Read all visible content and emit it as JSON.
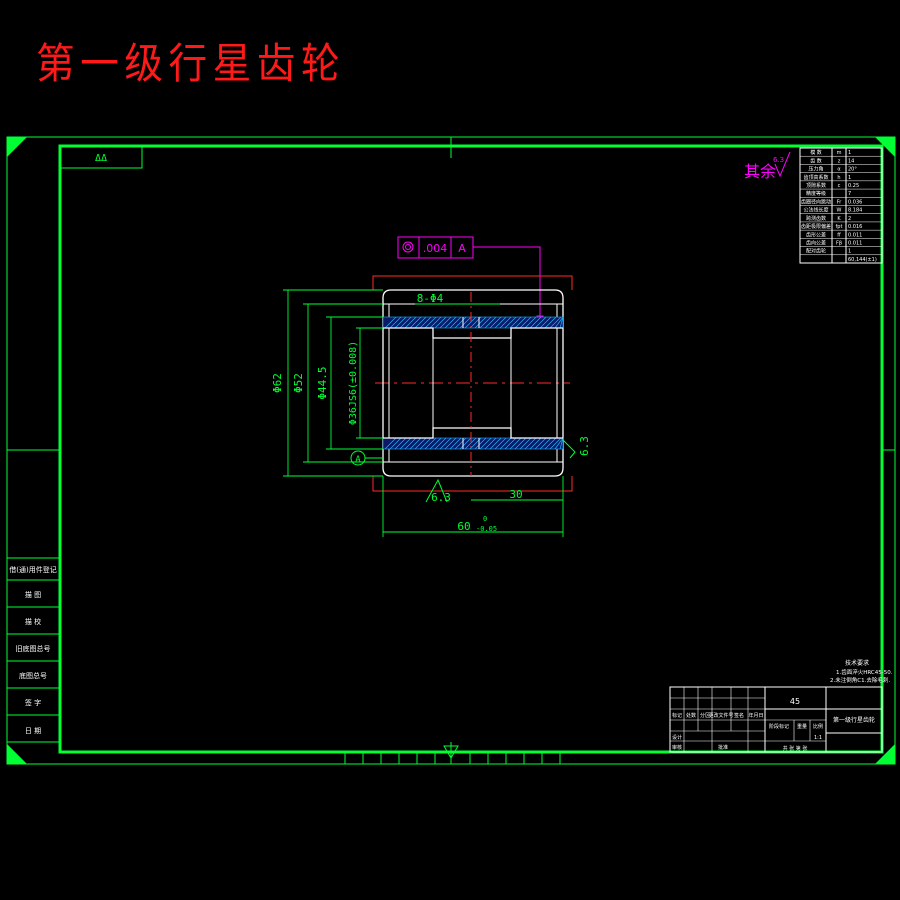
{
  "title": "第一级行星齿轮",
  "frame": {
    "corner_box_label": "ΔΔ"
  },
  "tolerance": {
    "symbol": "◎",
    "value": ".004",
    "datum": "A"
  },
  "roughness": {
    "label": "其余",
    "value": "6.3"
  },
  "dimensions": {
    "phi62": "Φ62",
    "phi52": "Φ52",
    "phi44": "Φ44.5",
    "phi36": "Φ36JS6(±0.008)",
    "phi36_b": "(±0.008)",
    "keyway": "8-Φ4",
    "width": "60",
    "width_tol_upper": "0",
    "width_tol_lower": "-0.05",
    "half": "30",
    "rough_bottom": "6.3",
    "rough_right": "6.3",
    "datum": "A"
  },
  "left_column": [
    "借(通)用件登记",
    "描 图",
    "描 校",
    "旧底图总号",
    "底图总号",
    "签 字",
    "日 期"
  ],
  "param_table": {
    "rows": [
      [
        "模 数",
        "m",
        "1"
      ],
      [
        "齿 数",
        "z",
        "14"
      ],
      [
        "压力角",
        "α",
        "20°"
      ],
      [
        "齿顶高系数",
        "h",
        "1"
      ],
      [
        "顶隙系数",
        "c",
        "0.25"
      ],
      [
        "精度等级",
        "",
        "7"
      ],
      [
        "齿圈径向跳动",
        "Fr",
        "0.036"
      ],
      [
        "公法线长度",
        "W",
        "8.184"
      ],
      [
        "跨测齿数",
        "K",
        "2"
      ],
      [
        "齿距极限偏差",
        "fpt",
        "0.016"
      ],
      [
        "齿形公差",
        "ff",
        "0.011"
      ],
      [
        "齿向公差",
        "Fβ",
        "0.011"
      ],
      [
        "配对齿轮",
        "",
        "1"
      ],
      [
        "",
        "",
        "60,144(±1)"
      ]
    ]
  },
  "tech_req": [
    "技术要求",
    "1.齿面淬火HRC45-50.",
    "2.未注倒角C1.去除毛刺."
  ],
  "title_block": {
    "material": "45",
    "part_name": "第一级行星齿轮",
    "scale": "1:1",
    "stage_label": "阶段标记",
    "weight_label": "重量",
    "ratio_label": "比例",
    "headers": [
      "标记",
      "处数",
      "分区",
      "更改文件号",
      "签名",
      "年月日"
    ],
    "design_label": "设计",
    "review_label": "审核",
    "approve_label": "批准",
    "sheet_label": "共 张 第 张"
  }
}
